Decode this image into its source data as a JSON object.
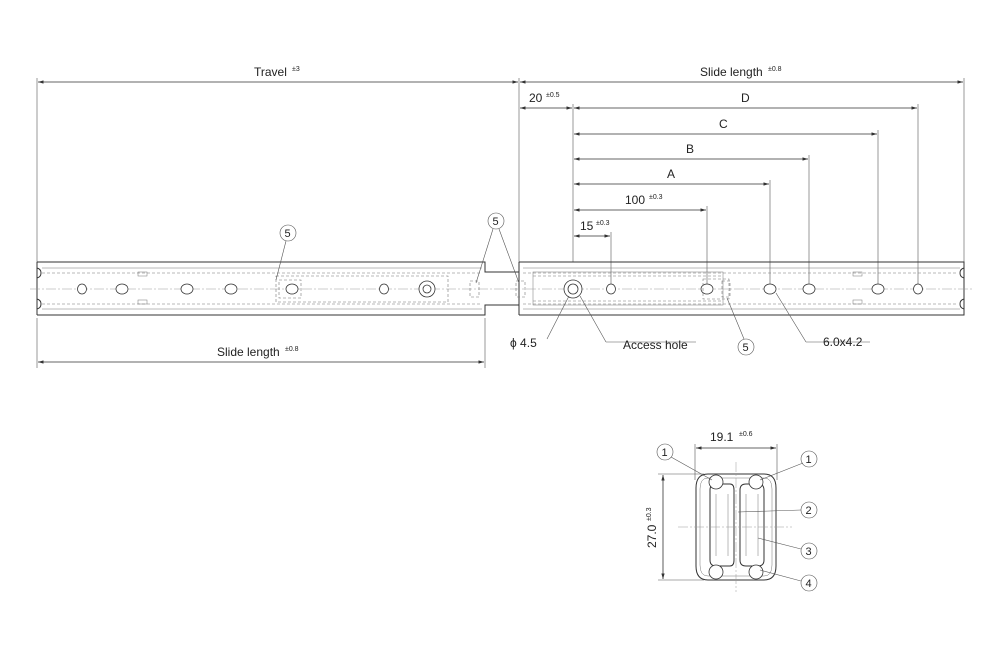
{
  "labels": {
    "travel": "Travel",
    "travel_tol": "±3",
    "slide_length_top": "Slide length",
    "slide_length_top_tol": "±0.8",
    "slide_length_bottom": "Slide length",
    "slide_length_bottom_tol": "±0.8",
    "dim_20": "20",
    "dim_20_tol": "±0.5",
    "dim_d": "D",
    "dim_c": "C",
    "dim_b": "B",
    "dim_a": "A",
    "dim_100": "100",
    "dim_100_tol": "±0.3",
    "dim_15": "15",
    "dim_15_tol": "±0.3",
    "phi": "ϕ 4.5",
    "access_hole": "Access hole",
    "slot": "6.0x4.2",
    "width": "19.1",
    "width_tol": "±0.6",
    "height": "27.0",
    "height_tol": "±0.3"
  },
  "balloons": {
    "b5_left": "5",
    "b5_middle": "5",
    "b5_right": "5",
    "b1_left": "1",
    "b1_right": "1",
    "b2": "2",
    "b3": "3",
    "b4": "4"
  }
}
